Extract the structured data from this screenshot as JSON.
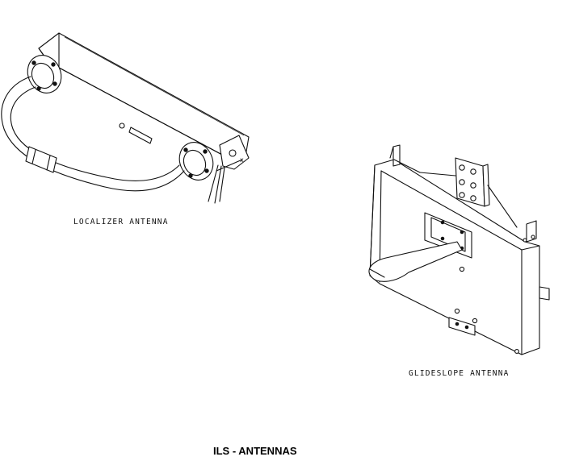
{
  "figure": {
    "title": "ILS - ANTENNAS"
  },
  "localizer": {
    "label": "LOCALIZER ANTENNA"
  },
  "glideslope": {
    "label": "GLIDESLOPE ANTENNA"
  }
}
